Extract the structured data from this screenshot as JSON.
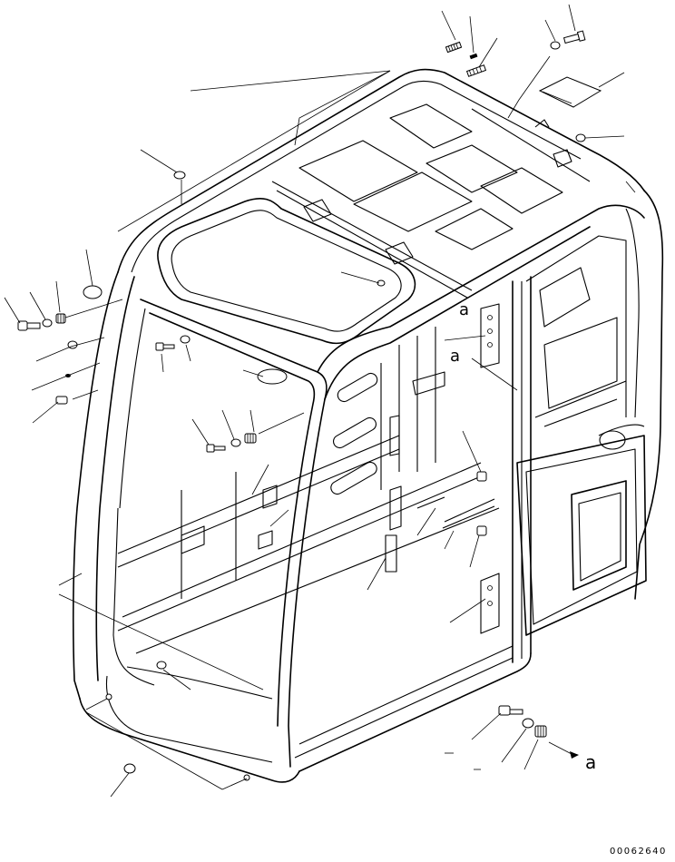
{
  "drawing": {
    "reference_labels": [
      "a",
      "a",
      "a"
    ],
    "drawing_number": "00062640"
  }
}
